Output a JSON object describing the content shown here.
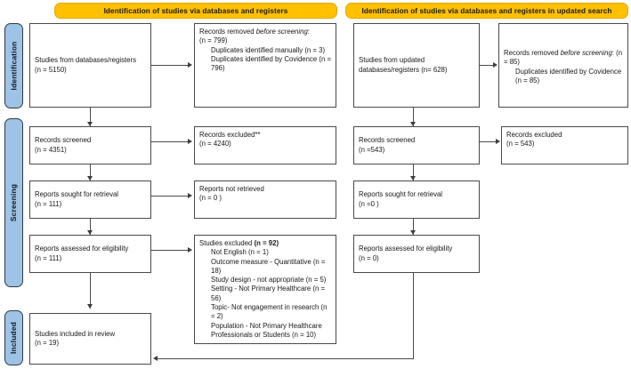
{
  "figure": {
    "type": "prisma-flow-diagram",
    "colors": {
      "banner_fill": "#FFC000",
      "phase_fill": "#9DC3E6",
      "box_border": "#4a4a4a",
      "text": "#16181a"
    }
  },
  "banners": {
    "left": "Identification of studies via databases and registers",
    "right": "Identification of studies via databases and registers in updated search"
  },
  "phases": {
    "identification": "Identification",
    "screening": "Screening",
    "included": "Included"
  },
  "left_column": {
    "identification": {
      "source": "Studies from databases/registers\n(n = 5150)",
      "removed_title": "Records removed ",
      "removed_title_em": "before screening",
      "removed_title_tail": ":",
      "removed_n": "(n = 799)",
      "removed_item_1": "Duplicates identified manually (n = 3)",
      "removed_item_2": "Duplicates identified by Covidence (n = 796)"
    },
    "screening": {
      "records_screened": "Records screened\n(n = 4351)",
      "records_excluded": "Records excluded**\n(n = 4240)",
      "reports_sought": "Reports sought for retrieval\n(n = 111)",
      "reports_not_retrieved": "Reports not retrieved\n(n = 0 )",
      "reports_assessed": "Reports assessed for eligibility\n(n = 111)",
      "studies_excluded_label": "Studies excluded ",
      "studies_excluded_n": "(n = 92)",
      "studies_excluded_reasons": "Not English (n = 1)\nOutcome measure - Quantitative (n = 18)\nStudy design - not appropriate (n = 5)\nSetting - Not Primary Healthcare (n = 56)\nTopic- Not engagement in research (n = 2)\nPopulation - Not Primary Healthcare Professionals or Students (n = 10)"
    },
    "included": {
      "studies_included": "Studies included in review\n(n = 19)"
    }
  },
  "right_column": {
    "identification": {
      "source": "Studies from updated databases/registers (n= 628)",
      "removed_title": "Records removed ",
      "removed_title_em": "before screening",
      "removed_title_tail": ": (n = 85)",
      "removed_item_1": "Duplicates identified by Covidence (n = 85)"
    },
    "screening": {
      "records_screened": "Records screened\n(n =543)",
      "records_excluded": "Records excluded\n(n = 543)",
      "reports_sought": "Reports sought for retrieval\n(n =0 )",
      "reports_assessed": "Reports assessed for eligibility\n(n = 0)"
    }
  },
  "counts": {
    "databases_registers": 5150,
    "removed_before_screening": 799,
    "duplicates_manual": 3,
    "duplicates_covidence": 796,
    "records_screened": 4351,
    "records_excluded": 4240,
    "reports_sought": 111,
    "reports_not_retrieved": 0,
    "reports_assessed": 111,
    "studies_excluded": 92,
    "studies_included": 19,
    "updated_databases_registers": 628,
    "updated_removed_before_screening": 85,
    "updated_duplicates_covidence": 85,
    "updated_records_screened": 543,
    "updated_records_excluded": 543,
    "updated_reports_sought": 0,
    "updated_reports_assessed": 0
  }
}
